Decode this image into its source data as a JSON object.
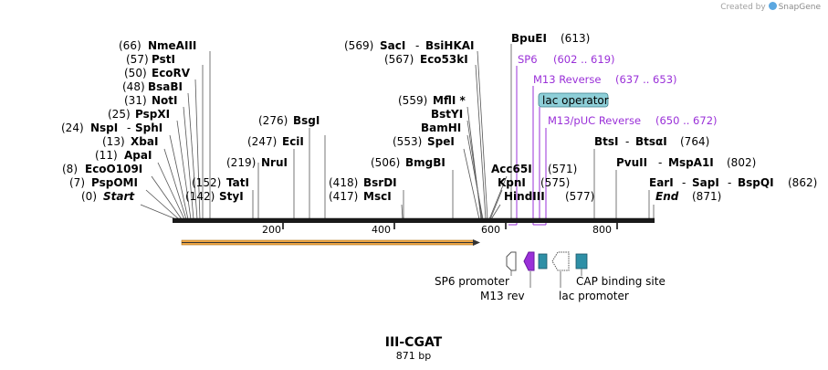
{
  "credit": {
    "prefix": "Created by",
    "brand": "SnapGene"
  },
  "title": "III-CGAT",
  "subtitle": "871 bp",
  "ruler": {
    "ticks": [
      "200",
      "400",
      "600",
      "800"
    ]
  },
  "sites_left": [
    {
      "pos": "(66)",
      "name": "NmeAIII"
    },
    {
      "pos": "(57)",
      "name": "PstI"
    },
    {
      "pos": "(50)",
      "name": "EcoRV"
    },
    {
      "pos": "(48)",
      "name": "BsaBI"
    },
    {
      "pos": "(31)",
      "name": "NotI"
    },
    {
      "pos": "(25)",
      "name": "PspXI"
    },
    {
      "pos": "(24)",
      "name": "NspI",
      "name2": "SphI"
    },
    {
      "pos": "(13)",
      "name": "XbaI"
    },
    {
      "pos": "(11)",
      "name": "ApaI"
    },
    {
      "pos": "(8)",
      "name": "EcoO109I"
    },
    {
      "pos": "(7)",
      "name": "PspOMI"
    },
    {
      "pos": "(0)",
      "name": "Start"
    }
  ],
  "sites_mid": [
    {
      "pos": "(276)",
      "name": "BsgI"
    },
    {
      "pos": "(247)",
      "name": "EciI"
    },
    {
      "pos": "(219)",
      "name": "NruI"
    },
    {
      "pos": "(152)",
      "name": "TatI"
    },
    {
      "pos": "(142)",
      "name": "StyI"
    },
    {
      "pos": "(418)",
      "name": "BsrDI"
    },
    {
      "pos": "(417)",
      "name": "MscI"
    },
    {
      "pos": "(506)",
      "name": "BmgBI"
    },
    {
      "pos": "(553)",
      "name": "SpeI"
    }
  ],
  "sites_upper": [
    {
      "pos": "(569)",
      "name": "SacI",
      "name2": "BsiHKAI"
    },
    {
      "pos": "(567)",
      "name": "Eco53kI"
    },
    {
      "pos": "(559)",
      "name": "MflI *"
    },
    {
      "name": "BstYI"
    },
    {
      "name": "BamHI"
    }
  ],
  "sites_right": [
    {
      "pos": "(613)",
      "name": "BpuEI"
    },
    {
      "pos": "(571)",
      "name": "Acc65I"
    },
    {
      "pos": "(575)",
      "name": "KpnI"
    },
    {
      "pos": "(577)",
      "name": "HindIII"
    },
    {
      "pos": "(764)",
      "name": "BtsI",
      "name2": "BtsαI"
    },
    {
      "pos": "(802)",
      "name": "PvuII",
      "name2": "MspA1I"
    },
    {
      "pos": "(862)",
      "name": "EarI",
      "name2": "SapI",
      "name3": "BspQI"
    },
    {
      "pos": "(871)",
      "name": "End"
    }
  ],
  "primers": [
    {
      "name": "SP6",
      "range": "(602 .. 619)"
    },
    {
      "name": "M13 Reverse",
      "range": "(637 .. 653)"
    },
    {
      "name": "M13/pUC Reverse",
      "range": "(650 .. 672)"
    }
  ],
  "boxed_label": "lac operator",
  "features": {
    "sp6_promoter": "SP6 promoter",
    "m13_rev": "M13 rev",
    "lac_promoter": "lac promoter",
    "cap_site": "CAP binding site"
  },
  "colors": {
    "primer": "#9a30d8",
    "orf_fill": "#f0a848",
    "operator_fill": "#8ecfd8",
    "cap_fill": "#2e8fa6",
    "m13_fill": "#9a30d8"
  }
}
